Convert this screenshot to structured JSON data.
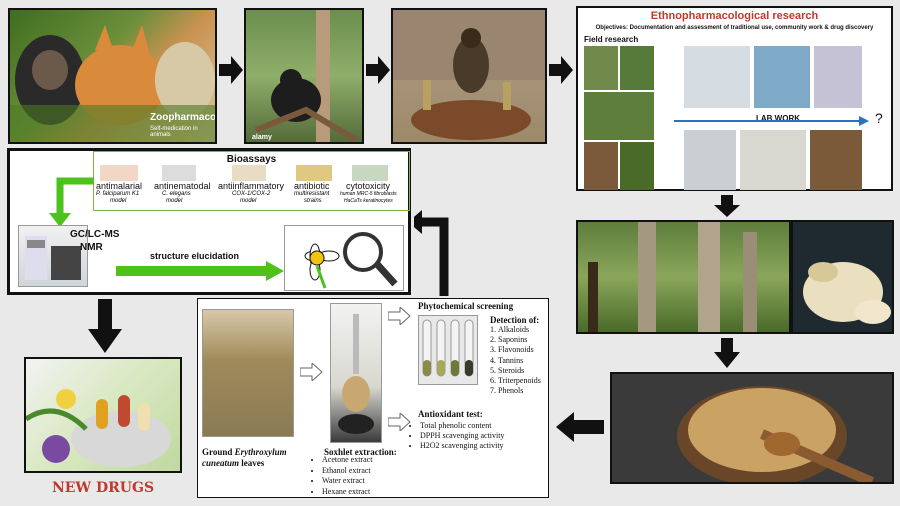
{
  "photos": {
    "zoo_title": "Zoopharmacognosy",
    "zoo_subtitle": "Self-medication in animals",
    "alamy": "alamy"
  },
  "ethno": {
    "title": "Ethnopharmacological research",
    "objectives": "Objectives: Documentation and assessment of traditional use, community work & drug discovery",
    "field": "Field research",
    "lab": "LAB WORK",
    "question": "?"
  },
  "bioassays": {
    "title": "Bioassays",
    "items": [
      {
        "name": "antimalarial",
        "sub1": "P. falciparum K1",
        "sub2": "model"
      },
      {
        "name": "antinematodal",
        "sub1": "C. elegans",
        "sub2": "model"
      },
      {
        "name": "antiinflammatory",
        "sub1": "COX-1/COX-2",
        "sub2": "model"
      },
      {
        "name": "antibiotic",
        "sub1": "multiresistant",
        "sub2": "strains"
      },
      {
        "name": "cytotoxicity",
        "sub1": "human MRC-5 fibroblasts",
        "sub2": "HaCaTs keratinocytes"
      }
    ],
    "gc_line1": "GC/LC-MS",
    "gc_line2": "NMR",
    "structure": "structure elucidation"
  },
  "newdrugs": "NEW DRUGS",
  "phyto": {
    "screening_title": "Phytochemical screening",
    "detection_title": "Detection of:",
    "detection_items": [
      "Alkaloids",
      "Saponins",
      "Flavonoids",
      "Tannins",
      "Steroids",
      "Triterpenoids",
      "Phenols"
    ],
    "antiox_title": "Antioxidant test:",
    "antiox_items": [
      "Total phenolic content",
      "DPPH scavenging activity",
      "H2O2 scavenging activity"
    ],
    "ground_1": "Ground",
    "ground_italic": "Erythroxylum",
    "ground_2": "cuneatum",
    "ground_3": "leaves",
    "soxhlet_title": "Soxhlet extraction:",
    "soxhlet_items": [
      "Acetone extract",
      "Ethanol extract",
      "Water extract",
      "Hexane extract"
    ]
  },
  "colors": {
    "arrow": "#111111",
    "green": "#4cc21b",
    "title_red": "#c0392b"
  }
}
